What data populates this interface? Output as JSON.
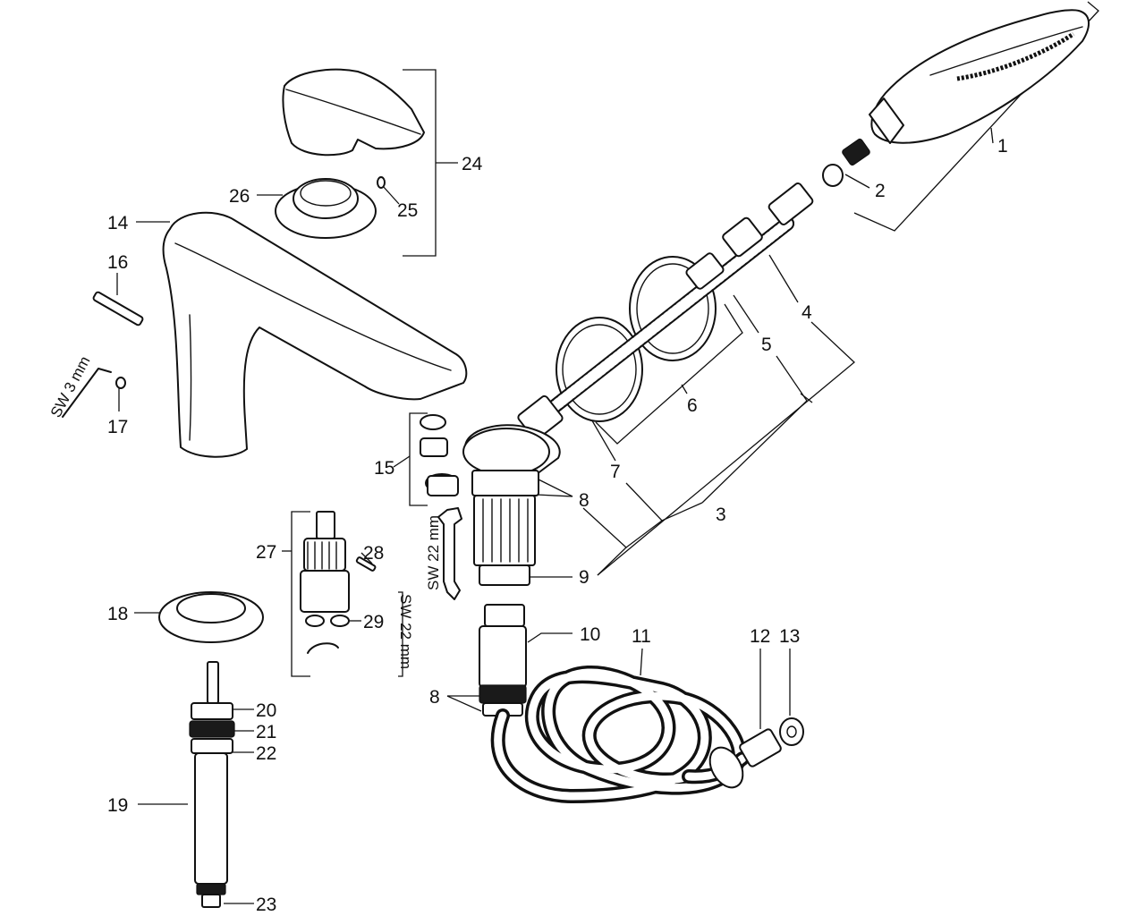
{
  "callouts": {
    "p1": "1",
    "p2": "2",
    "p3": "3",
    "p4": "4",
    "p5": "5",
    "p6": "6",
    "p7": "7",
    "p8a": "8",
    "p8b": "8",
    "p9": "9",
    "p10": "10",
    "p11": "11",
    "p12": "12",
    "p13": "13",
    "p14": "14",
    "p15": "15",
    "p16": "16",
    "p17": "17",
    "p18": "18",
    "p19": "19",
    "p20": "20",
    "p21": "21",
    "p22": "22",
    "p23": "23",
    "p24": "24",
    "p25": "25",
    "p26": "26",
    "p27": "27",
    "p28": "28",
    "p29": "29"
  },
  "tool_labels": {
    "allen_key": "SW 3 mm",
    "wrench_center": "SW 22 mm",
    "wrench_cartridge": "SW 22 mm"
  },
  "icons": {
    "hand_shower": "hand-shower-icon",
    "mixer_spout": "mixer-spout-icon",
    "lever_handle": "lever-handle-icon",
    "shower_hose": "shower-hose-icon",
    "cartridge": "cartridge-icon",
    "wrench": "wrench-icon",
    "allen_key": "allen-key-icon"
  }
}
